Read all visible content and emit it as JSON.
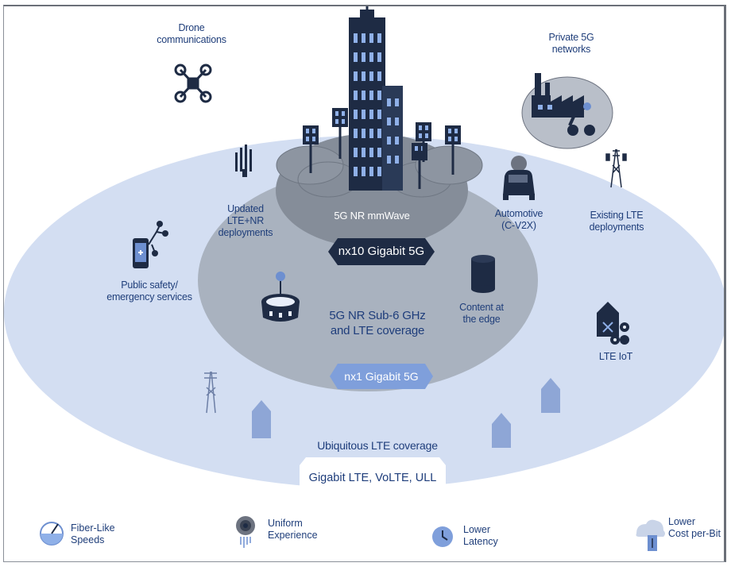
{
  "labels": {
    "drone": "Drone\ncommunications",
    "private5g": "Private 5G\nnetworks",
    "updated_lte_nr": "Updated\nLTE+NR\ndeployments",
    "mmwave": "5G NR mmWave",
    "automotive": "Automotive\n(C-V2X)",
    "existing_lte": "Existing LTE\ndeployments",
    "public_safety": "Public safety/\nemergency services",
    "sub6": "5G NR Sub-6 GHz\nand LTE coverage",
    "content_edge": "Content at\nthe edge",
    "lte_iot": "LTE IoT",
    "ubiquitous": "Ubiquitous LTE coverage"
  },
  "pills": {
    "nx10": "nx10 Gigabit 5G",
    "nx1": "nx1 Gigabit 5G",
    "gigabit_lte": "Gigabit LTE, VoLTE, ULL"
  },
  "benefits": [
    {
      "label": "Fiber-Like\nSpeeds",
      "icon": "speedometer-icon"
    },
    {
      "label": "Uniform\nExperience",
      "icon": "signal-icon"
    },
    {
      "label": "Lower\nLatency",
      "icon": "clock-icon"
    },
    {
      "label": "Lower\nCost per-Bit",
      "icon": "cloud-cost-icon"
    }
  ],
  "colors": {
    "outer_ellipse": "#d3def2",
    "middle_ellipse": "#a9b2bf",
    "inner_ellipse": "#858d99",
    "navy": "#1e2b44",
    "accent": "#6d8fd0",
    "text": "#1f3e7a"
  }
}
